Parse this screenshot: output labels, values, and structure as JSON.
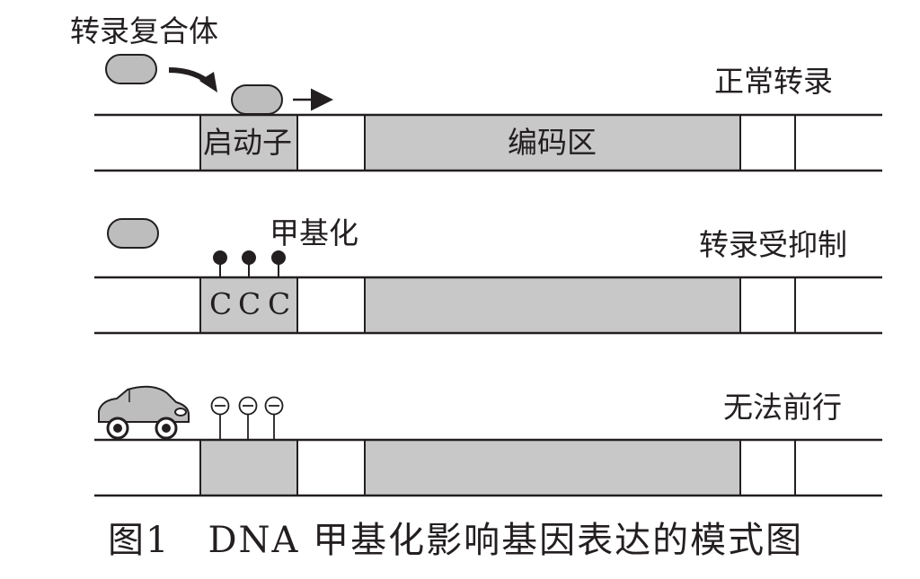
{
  "labels": {
    "complex": "转录复合体",
    "normal": "正常转录",
    "promoter": "启动子",
    "coding_region": "编码区",
    "methylation": "甲基化",
    "repressed": "转录受抑制",
    "cannot_proceed": "无法前行",
    "methyl_c": [
      "C",
      "C",
      "C"
    ]
  },
  "caption": {
    "figure_no": "图1",
    "text": "DNA 甲基化影响基因表达的模式图"
  },
  "colors": {
    "ink": "#231f20",
    "gray_fill": "#c8c8c8",
    "blob_fill": "#bdbdbd"
  }
}
